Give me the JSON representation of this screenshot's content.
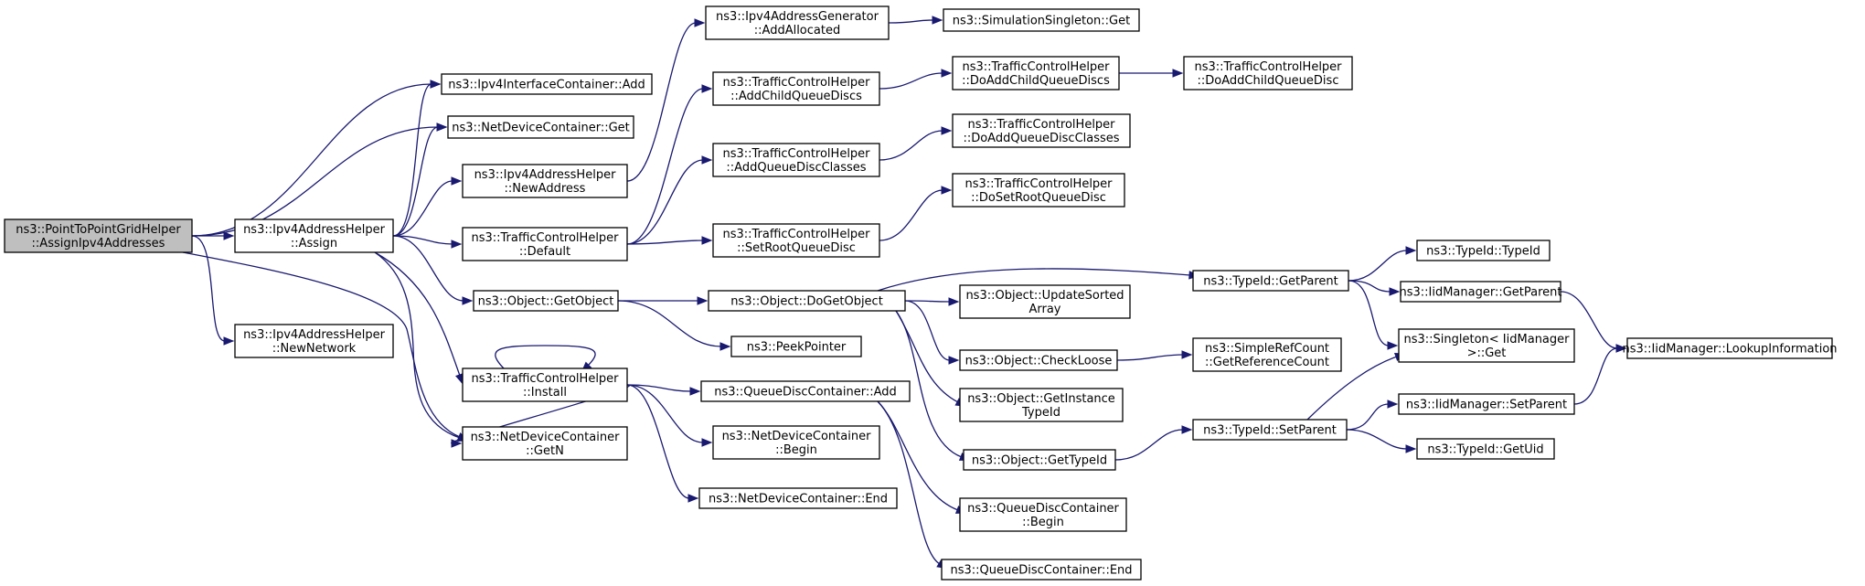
{
  "colors": {
    "edge": "#191970",
    "root_fill": "#bfbfbf",
    "node_fill": "#ffffff",
    "border": "#000000"
  },
  "nodes": [
    {
      "id": "root",
      "lines": [
        "ns3::PointToPointGridHelper",
        "::AssignIpv4Addresses"
      ],
      "root": true
    },
    {
      "id": "iic_add",
      "lines": [
        "ns3::Ipv4InterfaceContainer::Add"
      ]
    },
    {
      "id": "ndc_get",
      "lines": [
        "ns3::NetDeviceContainer::Get"
      ]
    },
    {
      "id": "ah_newaddress",
      "lines": [
        "ns3::Ipv4AddressHelper",
        "::NewAddress"
      ]
    },
    {
      "id": "ah_assign",
      "lines": [
        "ns3::Ipv4AddressHelper",
        "::Assign"
      ]
    },
    {
      "id": "ah_newnetwork",
      "lines": [
        "ns3::Ipv4AddressHelper",
        "::NewNetwork"
      ]
    },
    {
      "id": "ndc_getn",
      "lines": [
        "ns3::NetDeviceContainer",
        "::GetN"
      ]
    },
    {
      "id": "ag_addallocated",
      "lines": [
        "ns3::Ipv4AddressGenerator",
        "::AddAllocated"
      ]
    },
    {
      "id": "ss_get",
      "lines": [
        "ns3::SimulationSingleton::Get"
      ]
    },
    {
      "id": "tch_addchildqd",
      "lines": [
        "ns3::TrafficControlHelper",
        "::AddChildQueueDiscs"
      ]
    },
    {
      "id": "tch_doaddchildqds",
      "lines": [
        "ns3::TrafficControlHelper",
        "::DoAddChildQueueDiscs"
      ]
    },
    {
      "id": "tch_doaddchildqd",
      "lines": [
        "ns3::TrafficControlHelper",
        "::DoAddChildQueueDisc"
      ]
    },
    {
      "id": "tch_addqdclasses",
      "lines": [
        "ns3::TrafficControlHelper",
        "::AddQueueDiscClasses"
      ]
    },
    {
      "id": "tch_doaddqdclasses",
      "lines": [
        "ns3::TrafficControlHelper",
        "::DoAddQueueDiscClasses"
      ]
    },
    {
      "id": "tch_default",
      "lines": [
        "ns3::TrafficControlHelper",
        "::Default"
      ]
    },
    {
      "id": "tch_setroot",
      "lines": [
        "ns3::TrafficControlHelper",
        "::SetRootQueueDisc"
      ]
    },
    {
      "id": "tch_dosetroot",
      "lines": [
        "ns3::TrafficControlHelper",
        "::DoSetRootQueueDisc"
      ]
    },
    {
      "id": "obj_getobject",
      "lines": [
        "ns3::Object::GetObject"
      ]
    },
    {
      "id": "obj_dogetobject",
      "lines": [
        "ns3::Object::DoGetObject"
      ]
    },
    {
      "id": "peekpointer",
      "lines": [
        "ns3::PeekPointer"
      ]
    },
    {
      "id": "tch_install",
      "lines": [
        "ns3::TrafficControlHelper",
        "::Install"
      ]
    },
    {
      "id": "qdc_add",
      "lines": [
        "ns3::QueueDiscContainer::Add"
      ]
    },
    {
      "id": "ndc_begin",
      "lines": [
        "ns3::NetDeviceContainer",
        "::Begin"
      ]
    },
    {
      "id": "ndc_end",
      "lines": [
        "ns3::NetDeviceContainer::End"
      ]
    },
    {
      "id": "tid_getparent",
      "lines": [
        "ns3::TypeId::GetParent"
      ]
    },
    {
      "id": "tid_typeid",
      "lines": [
        "ns3::TypeId::TypeId"
      ]
    },
    {
      "id": "iid_getparent",
      "lines": [
        "ns3::IidManager::GetParent"
      ]
    },
    {
      "id": "obj_updatesorted",
      "lines": [
        "ns3::Object::UpdateSorted",
        "Array"
      ]
    },
    {
      "id": "singleton_get",
      "lines": [
        "ns3::Singleton< IidManager",
        " >::Get"
      ]
    },
    {
      "id": "iid_lookup",
      "lines": [
        "ns3::IidManager::LookupInformation"
      ]
    },
    {
      "id": "obj_checkloose",
      "lines": [
        "ns3::Object::CheckLoose"
      ]
    },
    {
      "id": "src_getrefcount",
      "lines": [
        "ns3::SimpleRefCount",
        "::GetReferenceCount"
      ]
    },
    {
      "id": "obj_getinstancetid",
      "lines": [
        "ns3::Object::GetInstance",
        "TypeId"
      ]
    },
    {
      "id": "obj_gettypeid",
      "lines": [
        "ns3::Object::GetTypeId"
      ]
    },
    {
      "id": "tid_setparent",
      "lines": [
        "ns3::TypeId::SetParent"
      ]
    },
    {
      "id": "iid_setparent",
      "lines": [
        "ns3::IidManager::SetParent"
      ]
    },
    {
      "id": "tid_getuid",
      "lines": [
        "ns3::TypeId::GetUid"
      ]
    },
    {
      "id": "qdc_begin",
      "lines": [
        "ns3::QueueDiscContainer",
        "::Begin"
      ]
    },
    {
      "id": "qdc_end",
      "lines": [
        "ns3::QueueDiscContainer::End"
      ]
    }
  ],
  "edges": [
    [
      "root",
      "iic_add"
    ],
    [
      "root",
      "ndc_get"
    ],
    [
      "root",
      "ah_assign"
    ],
    [
      "root",
      "ah_newnetwork"
    ],
    [
      "root",
      "ndc_getn"
    ],
    [
      "ah_assign",
      "iic_add"
    ],
    [
      "ah_assign",
      "ndc_get"
    ],
    [
      "ah_assign",
      "ah_newaddress"
    ],
    [
      "ah_assign",
      "tch_default"
    ],
    [
      "ah_assign",
      "obj_getobject"
    ],
    [
      "ah_assign",
      "tch_install"
    ],
    [
      "ah_assign",
      "ndc_getn"
    ],
    [
      "ah_newaddress",
      "ag_addallocated"
    ],
    [
      "ag_addallocated",
      "ss_get"
    ],
    [
      "tch_default",
      "tch_addchildqd"
    ],
    [
      "tch_default",
      "tch_addqdclasses"
    ],
    [
      "tch_default",
      "tch_setroot"
    ],
    [
      "tch_addchildqd",
      "tch_doaddchildqds"
    ],
    [
      "tch_doaddchildqds",
      "tch_doaddchildqd"
    ],
    [
      "tch_addqdclasses",
      "tch_doaddqdclasses"
    ],
    [
      "tch_setroot",
      "tch_dosetroot"
    ],
    [
      "obj_getobject",
      "obj_dogetobject"
    ],
    [
      "obj_getobject",
      "peekpointer"
    ],
    [
      "obj_dogetobject",
      "tid_getparent"
    ],
    [
      "obj_dogetobject",
      "obj_updatesorted"
    ],
    [
      "obj_dogetobject",
      "obj_checkloose"
    ],
    [
      "obj_dogetobject",
      "obj_getinstancetid"
    ],
    [
      "obj_dogetobject",
      "obj_gettypeid"
    ],
    [
      "tid_getparent",
      "tid_typeid"
    ],
    [
      "tid_getparent",
      "iid_getparent"
    ],
    [
      "tid_getparent",
      "singleton_get"
    ],
    [
      "iid_getparent",
      "iid_lookup"
    ],
    [
      "obj_checkloose",
      "src_getrefcount"
    ],
    [
      "obj_gettypeid",
      "tid_setparent"
    ],
    [
      "tid_setparent",
      "singleton_get"
    ],
    [
      "tid_setparent",
      "iid_setparent"
    ],
    [
      "tid_setparent",
      "tid_getuid"
    ],
    [
      "iid_setparent",
      "iid_lookup"
    ],
    [
      "tch_install",
      "tch_install"
    ],
    [
      "tch_install",
      "qdc_add"
    ],
    [
      "tch_install",
      "ndc_begin"
    ],
    [
      "tch_install",
      "ndc_end"
    ],
    [
      "tch_install",
      "ndc_getn"
    ],
    [
      "qdc_add",
      "qdc_begin"
    ],
    [
      "qdc_add",
      "qdc_end"
    ]
  ]
}
